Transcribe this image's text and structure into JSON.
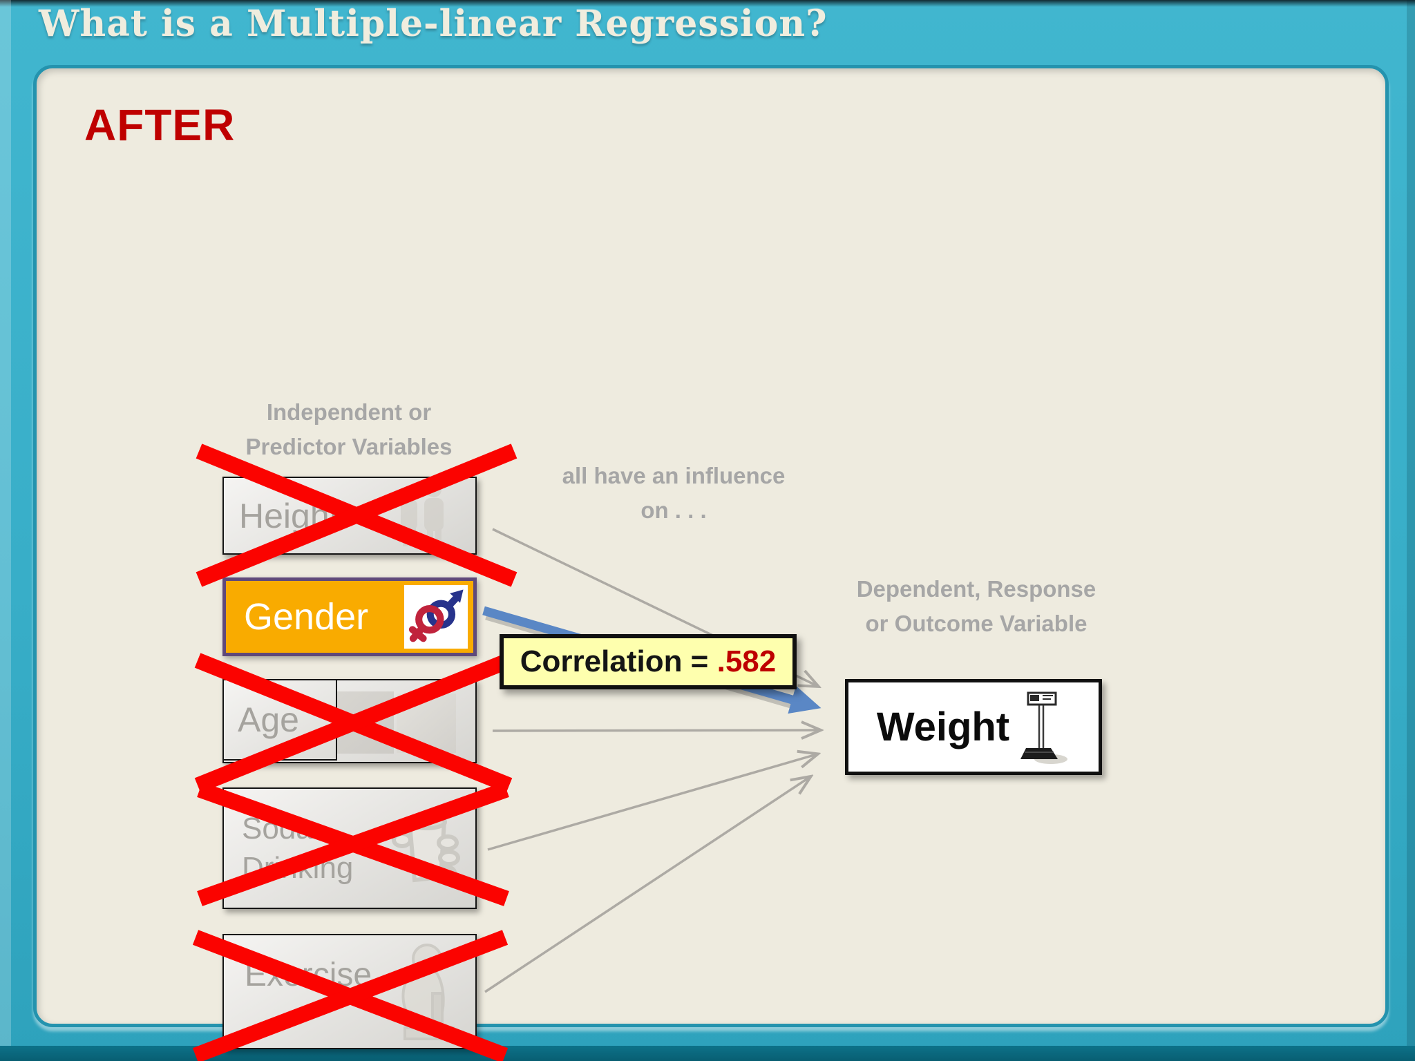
{
  "title": "What is a Multiple-linear Regression?",
  "state_label": "AFTER",
  "labels": {
    "predictor_line1": "Independent or",
    "predictor_line2": "Predictor Variables",
    "influence_line1": "all have an influence",
    "influence_line2": "on . . .",
    "dependent_line1": "Dependent, Response",
    "dependent_line2": "or Outcome Variable"
  },
  "predictors": [
    {
      "label": "Height",
      "status": "crossed-out",
      "icon": "standing-people-image"
    },
    {
      "label": "Gender",
      "status": "selected",
      "icon": "male-female-symbols-icon"
    },
    {
      "label": "Age",
      "status": "crossed-out",
      "icon": "face-photos-image"
    },
    {
      "label": "Soda Drinking",
      "status": "crossed-out",
      "icon": "soda-cup-image"
    },
    {
      "label": "Exercise",
      "status": "crossed-out",
      "icon": "exercising-person-image"
    }
  ],
  "outcome": {
    "label": "Weight",
    "icon": "weight-scale-icon"
  },
  "correlation": {
    "label": "Correlation = ",
    "value": ".582"
  },
  "colors": {
    "frame_teal": "#38AEC8",
    "panel_cream": "#EEEBDF",
    "after_red": "#BF0000",
    "label_gray": "#A6A6A6",
    "gender_orange": "#F9AB00",
    "gender_border_purple": "#5F497A",
    "correlation_yellow": "#FEFFAE",
    "correlation_value_red": "#BE0000",
    "cross_red": "#FB0300",
    "arrow_gray": "#ADAAA4",
    "arrow_blue": "#5A87C5"
  }
}
